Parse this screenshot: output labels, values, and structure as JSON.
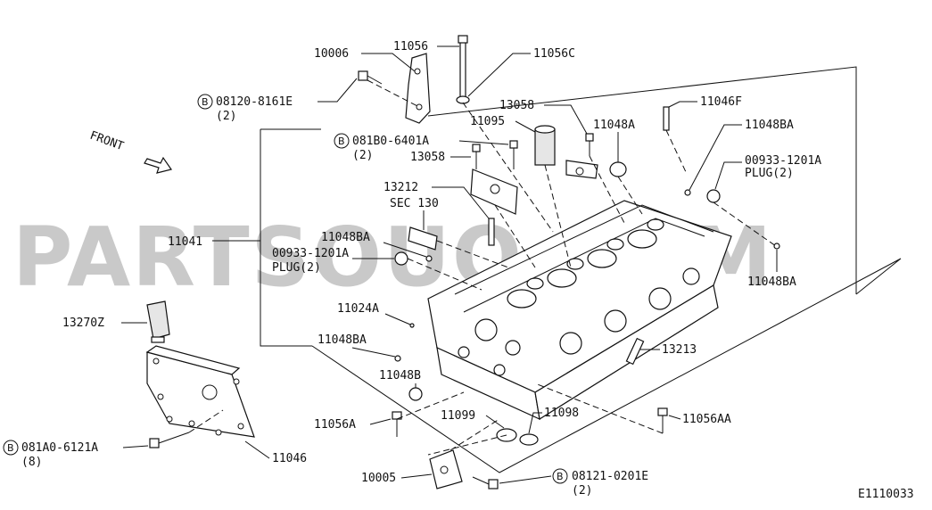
{
  "watermark": "PARTSOUQ.COM",
  "direction_label": "FRONT",
  "diagram_code": "E1110033",
  "labels": {
    "p10006": "10006",
    "p11056": "11056",
    "p11056c": "11056C",
    "p08120": "08120-8161E",
    "q08120": "(2)",
    "p13058a": "13058",
    "p11048a": "11048A",
    "p11046f": "11046F",
    "p11095": "11095",
    "p081b0": "081B0-6401A",
    "q081b0": "(2)",
    "p11048ba1": "11048BA",
    "p13058b": "13058",
    "p00933a": "00933-1201A",
    "plug2a": "PLUG(2)",
    "p13212": "13212",
    "sec130": "SEC 130",
    "p11041": "11041",
    "p11048ba2": "11048BA",
    "p00933b": "00933-1201A",
    "plug2b": "PLUG(2)",
    "p11048ba3": "11048BA",
    "p13270z": "13270Z",
    "p11024a": "11024A",
    "p11048ba4": "11048BA",
    "p13213": "13213",
    "p11048b": "11048B",
    "p11099": "11099",
    "p11098": "11098",
    "p11056a": "11056A",
    "p11056aa": "11056AA",
    "p081a0": "081A0-6121A",
    "q081a0": "(8)",
    "p11046": "11046",
    "p10005": "10005",
    "p08121": "08121-0201E",
    "q08121": "(2)"
  },
  "bolt_marker": "B"
}
